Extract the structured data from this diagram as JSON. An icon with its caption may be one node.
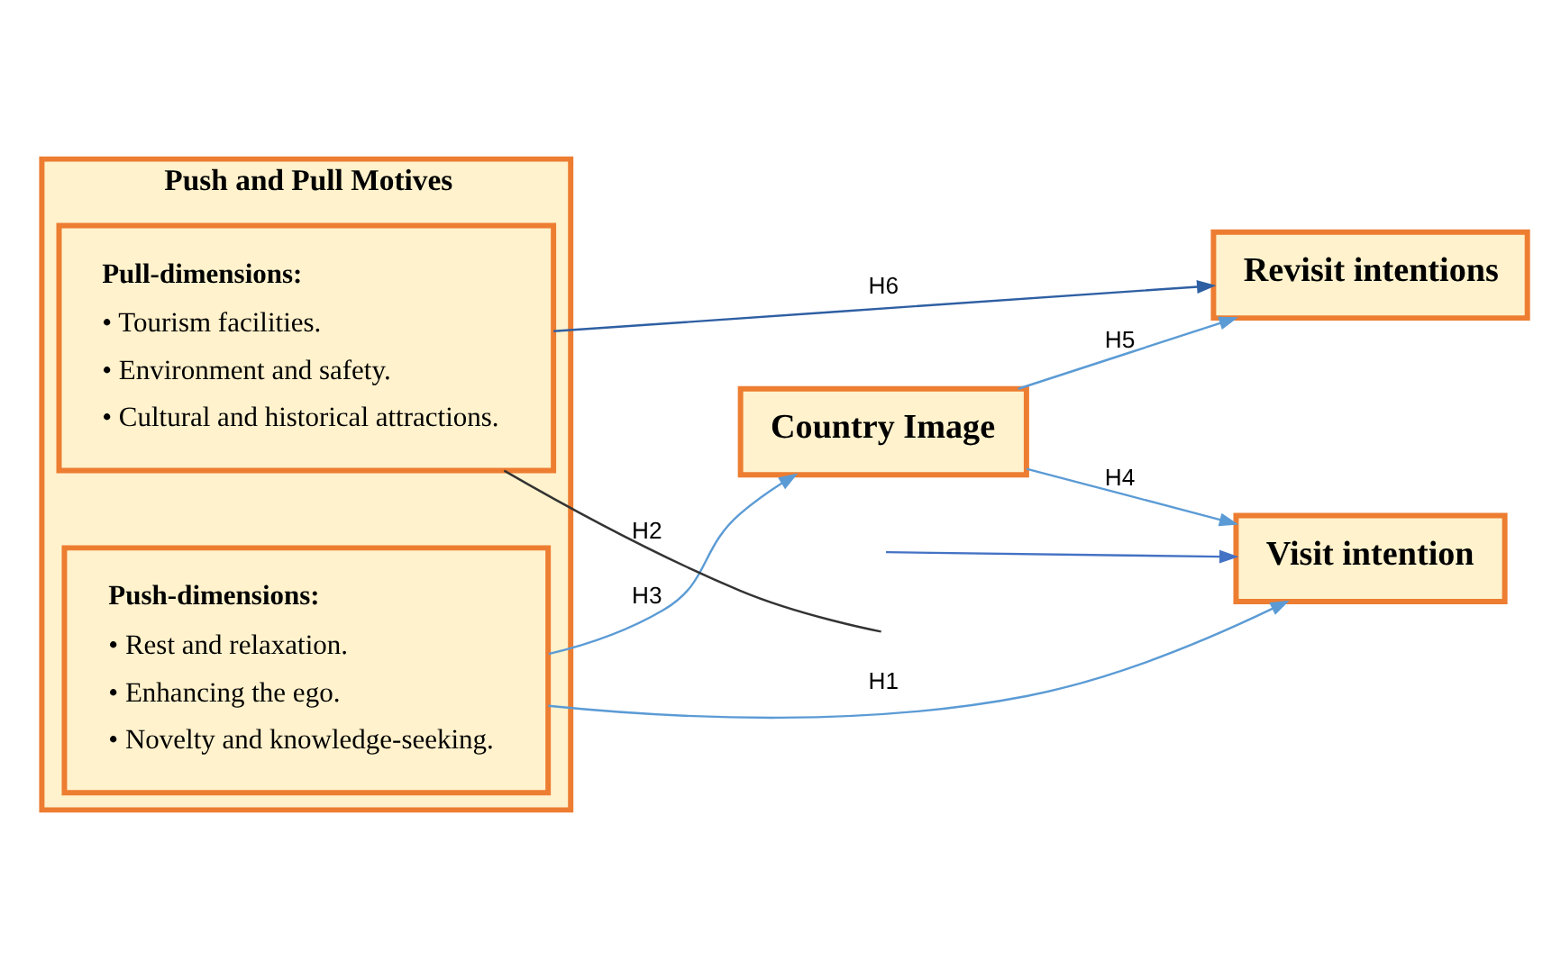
{
  "diagram": {
    "nodes": [
      {
        "text": [
          "Push and Pull Motives"
        ]
      },
      {
        "text": [
          "Push-dimensions:",
          "• Rest and relaxation.",
          "• Enhancing the ego.",
          "• Novelty and knowledge-seeking."
        ],
        "in": 0
      },
      {
        "text": [
          "Pull-dimensions:",
          "• Tourism facilities.",
          "• Environment and safety.",
          "• Cultural and historical attractions."
        ],
        "in": 0
      },
      {
        "text": [
          "Country Image"
        ]
      },
      {
        "text": [
          "Visit intention"
        ]
      },
      {
        "text": [
          "Revisit intentions"
        ]
      }
    ],
    "edges": [
      {
        "from": 1,
        "to": 4,
        "arrow": "to",
        "label": "H1"
      },
      {
        "from": 1,
        "to": 3,
        "arrow": "to",
        "label": "H3"
      },
      {
        "from": 3,
        "to": 4,
        "arrow": "to",
        "label": "H4"
      },
      {
        "from": 3,
        "to": 5,
        "arrow": "to",
        "label": "H5"
      },
      {
        "from": 2,
        "to": 5,
        "arrow": "to",
        "label": "H6",
        "color": "#2e5fa3"
      },
      {
        "from": 2,
        "to": null,
        "arrow": "none",
        "label": "H2",
        "color": "#333333"
      },
      {
        "from": null,
        "to": 4,
        "arrow": "to",
        "color": "#4472c4"
      }
    ]
  }
}
